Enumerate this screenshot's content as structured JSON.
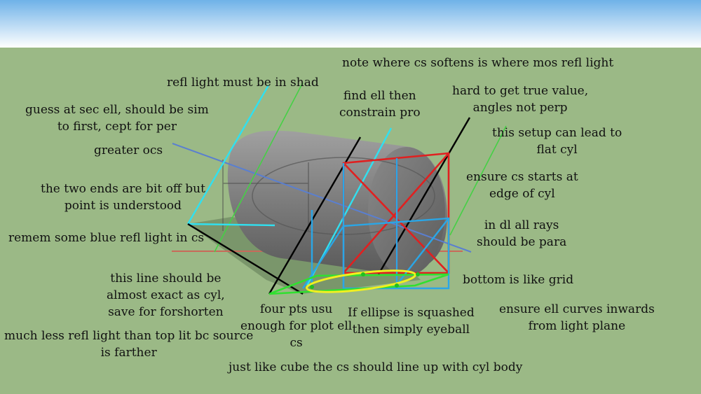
{
  "colors": {
    "sky_top": "#6fb2e8",
    "sky_bottom": "#ffffff",
    "ground": "#9bb986",
    "cylinder": "#7a7a7a",
    "red": "#e02020",
    "cyan": "#30e0f0",
    "blue": "#2aa6e6",
    "green": "#30e030",
    "yellow": "#f0f020",
    "black": "#000000"
  },
  "notes": {
    "refl_shad": [
      "refl light must be in shad"
    ],
    "mos_refl": [
      "note where cs softens is where mos refl light"
    ],
    "find_ell": [
      "find ell then",
      "constrain pro"
    ],
    "hard_value": [
      "hard to get true value,",
      "angles not perp"
    ],
    "guess_sec": [
      "guess at sec ell, should be sim",
      "to first, cept for per"
    ],
    "flat_cyl": [
      "this setup can lead to",
      "flat cyl"
    ],
    "greater_ocs": [
      "greater ocs"
    ],
    "ensure_cs": [
      "ensure cs starts at",
      "edge of cyl"
    ],
    "two_ends": [
      "the two ends are bit off but",
      "point is understood"
    ],
    "dl_rays": [
      "in dl all rays",
      "should be para"
    ],
    "remem_blue": [
      "remem some blue refl light in cs"
    ],
    "bottom_grid": [
      "bottom is like grid"
    ],
    "line_exact": [
      "this line should be",
      "almost exact as cyl,",
      "save for forshorten"
    ],
    "four_pts": [
      "four pts usu",
      "enough for plot ell",
      "cs"
    ],
    "squashed": [
      "If ellipse is squashed",
      "then simply eyeball"
    ],
    "curves_inwards": [
      "ensure ell curves inwards",
      "from light plane"
    ],
    "much_less": [
      "much less refl light than top lit bc source",
      "is farther"
    ],
    "like_cube": [
      "just like cube the cs should line up with cyl body"
    ]
  }
}
